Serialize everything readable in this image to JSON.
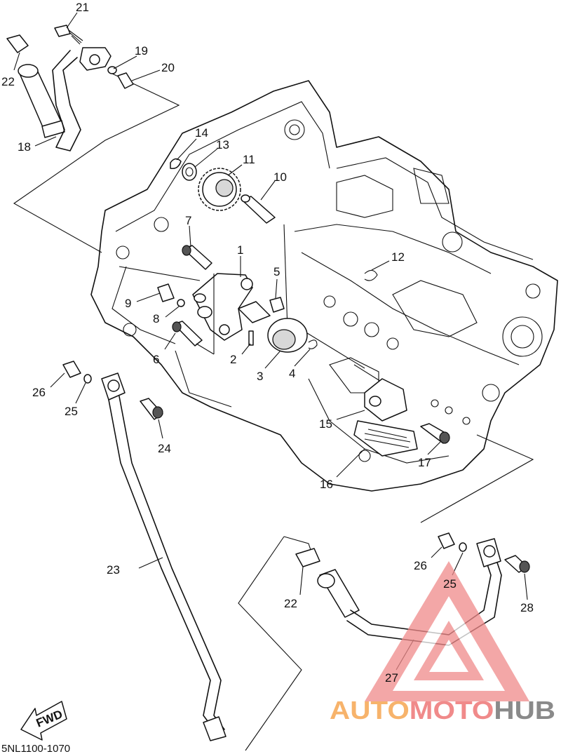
{
  "diagram": {
    "drawing_code": "5NL1100-1070",
    "direction_label": "FWD",
    "callouts": [
      {
        "id": "c1",
        "text": "1"
      },
      {
        "id": "c2",
        "text": "2"
      },
      {
        "id": "c3",
        "text": "3"
      },
      {
        "id": "c4",
        "text": "4"
      },
      {
        "id": "c5",
        "text": "5"
      },
      {
        "id": "c6",
        "text": "6"
      },
      {
        "id": "c7",
        "text": "7"
      },
      {
        "id": "c8",
        "text": "8"
      },
      {
        "id": "c9",
        "text": "9"
      },
      {
        "id": "c10",
        "text": "10"
      },
      {
        "id": "c11",
        "text": "11"
      },
      {
        "id": "c12",
        "text": "12"
      },
      {
        "id": "c13",
        "text": "13"
      },
      {
        "id": "c14",
        "text": "14"
      },
      {
        "id": "c15",
        "text": "15"
      },
      {
        "id": "c16",
        "text": "16"
      },
      {
        "id": "c17",
        "text": "17"
      },
      {
        "id": "c18",
        "text": "18"
      },
      {
        "id": "c19",
        "text": "19"
      },
      {
        "id": "c20",
        "text": "20"
      },
      {
        "id": "c21",
        "text": "21"
      },
      {
        "id": "c22a",
        "text": "22"
      },
      {
        "id": "c22b",
        "text": "22"
      },
      {
        "id": "c23",
        "text": "23"
      },
      {
        "id": "c24",
        "text": "24"
      },
      {
        "id": "c25a",
        "text": "25"
      },
      {
        "id": "c25b",
        "text": "25"
      },
      {
        "id": "c26a",
        "text": "26"
      },
      {
        "id": "c26b",
        "text": "26"
      },
      {
        "id": "c27",
        "text": "27"
      },
      {
        "id": "c28",
        "text": "28"
      }
    ]
  },
  "watermark": {
    "part1": "AUTO",
    "part2": "MOTO",
    "part3": "HUB",
    "colors": {
      "auto": "#f7b36b",
      "moto": "#f08a8a",
      "hub": "#8a8a8a",
      "triangle": "#f08a8a"
    }
  }
}
